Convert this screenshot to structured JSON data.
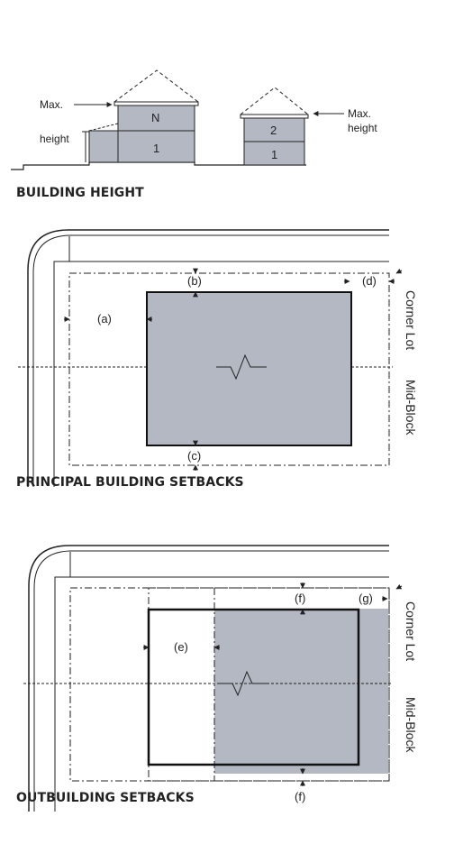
{
  "building_height": {
    "title": "BUILDING HEIGHT",
    "left_building": {
      "max_label": "Max.",
      "height_label": "height",
      "upper_floor": "N",
      "lower_floor": "1"
    },
    "right_building": {
      "max_label": "Max.",
      "height_label": "height",
      "upper_floor": "2",
      "lower_floor": "1"
    }
  },
  "principal_setbacks": {
    "title": "PRINCIPAL BUILDING SETBACKS",
    "labels": {
      "a": "(a)",
      "b": "(b)",
      "c": "(c)",
      "d": "(d)"
    },
    "side_top": "Corner Lot",
    "side_bottom": "Mid-Block"
  },
  "outbuilding_setbacks": {
    "title": "OUTBUILDING SETBACKS",
    "labels": {
      "e": "(e)",
      "f_top": "(f)",
      "f_bottom": "(f)",
      "g": "(g)"
    },
    "side_top": "Corner Lot",
    "side_bottom": "Mid-Block"
  },
  "colors": {
    "fill": "#b3b8c3",
    "line": "#222222"
  }
}
